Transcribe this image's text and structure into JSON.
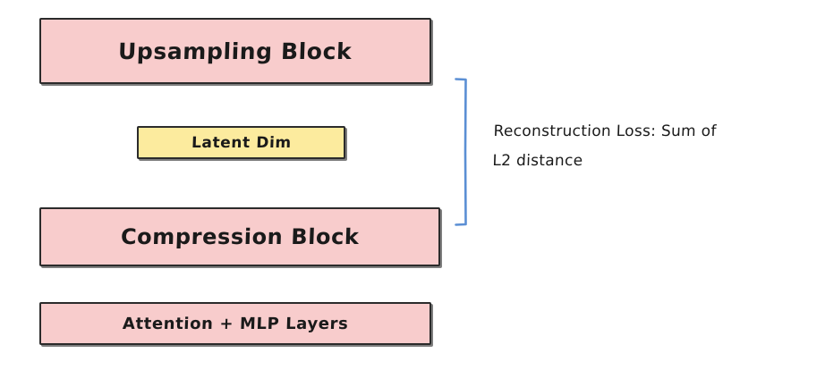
{
  "diagram": {
    "type": "autoencoder-architecture",
    "background_color": "#FFFFFF",
    "nodes": [
      {
        "id": "upsampling",
        "label": "Upsampling Block",
        "fill": "#F8CCCC",
        "stroke": "#2B2B2B"
      },
      {
        "id": "latent",
        "label": "Latent Dim",
        "fill": "#FCEB9E",
        "stroke": "#2B2B2B"
      },
      {
        "id": "compression",
        "label": "Compression Block",
        "fill": "#F8CCCC",
        "stroke": "#2B2B2B"
      },
      {
        "id": "attention",
        "label": "Attention + MLP Layers",
        "fill": "#F8CCCC",
        "stroke": "#2B2B2B"
      }
    ],
    "annotation": {
      "bracket_color": "#5B8FD4",
      "line1": "Reconstruction Loss: Sum of",
      "line2": "L2 distance"
    }
  }
}
